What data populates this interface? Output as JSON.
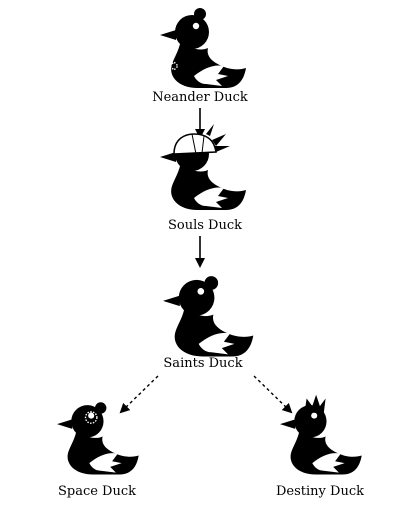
{
  "nodes": [
    {
      "id": "neander",
      "label": "Neander Duck",
      "variant": "neander"
    },
    {
      "id": "souls",
      "label": "Souls Duck",
      "variant": "souls"
    },
    {
      "id": "saints",
      "label": "Saints Duck",
      "variant": "saints"
    },
    {
      "id": "space",
      "label": "Space Duck",
      "variant": "space"
    },
    {
      "id": "destiny",
      "label": "Destiny Duck",
      "variant": "destiny"
    }
  ],
  "edges": [
    {
      "from": "neander",
      "to": "souls",
      "style": "solid"
    },
    {
      "from": "souls",
      "to": "saints",
      "style": "solid"
    },
    {
      "from": "saints",
      "to": "space",
      "style": "dashed"
    },
    {
      "from": "saints",
      "to": "destiny",
      "style": "dashed"
    }
  ],
  "colors": {
    "duck": "#000000",
    "background": "#ffffff",
    "arrow": "#000000"
  }
}
